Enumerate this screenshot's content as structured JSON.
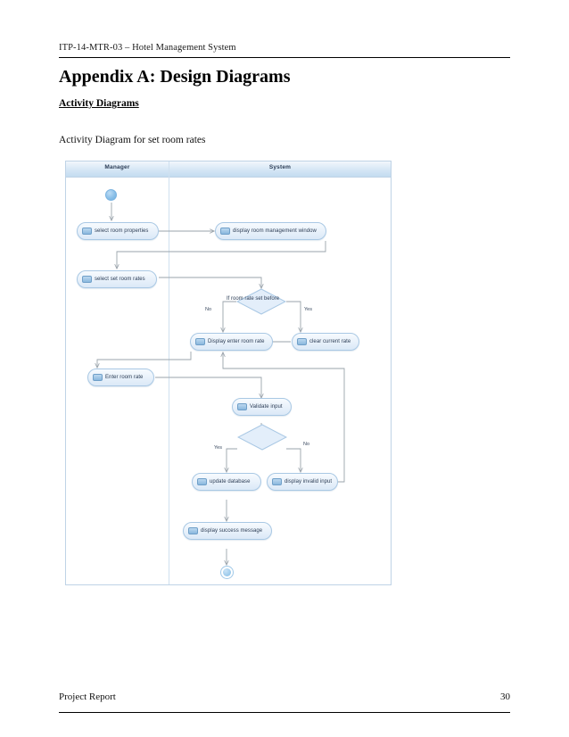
{
  "document": {
    "header": "ITP-14-MTR-03 – Hotel Management System",
    "appendix_title": "Appendix A: Design Diagrams",
    "section_title": "Activity Diagrams",
    "caption": "Activity Diagram for set room rates",
    "footer_left": "Project Report",
    "footer_page": "30"
  },
  "diagram": {
    "type": "uml-activity-diagram",
    "lanes": [
      {
        "id": "manager",
        "title": "Manager"
      },
      {
        "id": "system",
        "title": "System"
      }
    ],
    "nodes": [
      {
        "id": "start",
        "kind": "initial-node",
        "lane": "manager"
      },
      {
        "id": "select-room-properties",
        "kind": "action",
        "lane": "manager",
        "label": "select room properties"
      },
      {
        "id": "display-room-management-window",
        "kind": "action",
        "lane": "system",
        "label": "display room management window"
      },
      {
        "id": "select-set-room-rates",
        "kind": "action",
        "lane": "manager",
        "label": "select set room rates"
      },
      {
        "id": "decision-rate-set-before",
        "kind": "decision",
        "lane": "system",
        "label": "If room rate set before"
      },
      {
        "id": "clear-current-rate",
        "kind": "action",
        "lane": "system",
        "label": "clear current rate"
      },
      {
        "id": "display-enter-room-rate",
        "kind": "action",
        "lane": "system",
        "label": "Display enter room rate"
      },
      {
        "id": "enter-room-rate",
        "kind": "action",
        "lane": "manager",
        "label": "Enter room rate"
      },
      {
        "id": "validate-input",
        "kind": "action",
        "lane": "system",
        "label": "Validate input"
      },
      {
        "id": "decision-validate",
        "kind": "decision",
        "lane": "system",
        "label": ""
      },
      {
        "id": "update-database",
        "kind": "action",
        "lane": "system",
        "label": "update database"
      },
      {
        "id": "display-invalid-input",
        "kind": "action",
        "lane": "system",
        "label": "display invalid input"
      },
      {
        "id": "display-success-message",
        "kind": "action",
        "lane": "system",
        "label": "display success message"
      },
      {
        "id": "end",
        "kind": "final-node",
        "lane": "system"
      }
    ],
    "guards": {
      "rate_set_before_no": "No",
      "rate_set_before_yes": "Yes",
      "validate_yes": "Yes",
      "validate_no": "No"
    },
    "colors": {
      "node_fill": "#e6f0fa",
      "node_border": "#a9c8e4",
      "lane_header": "#c3dcf0",
      "frame_border": "#bfd3e6",
      "connector": "#9aa3ab",
      "start_node": "#8cc0e8"
    }
  }
}
